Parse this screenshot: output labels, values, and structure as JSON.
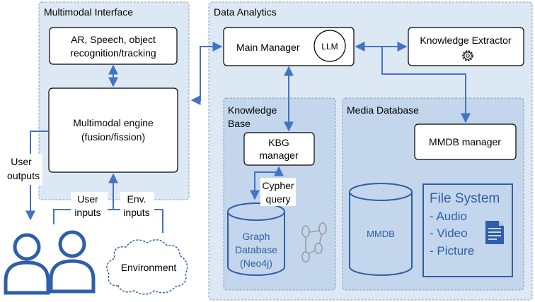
{
  "panels": {
    "multimodal_interface": "Multimodal Interface",
    "data_analytics": "Data Analytics",
    "knowledge_base": [
      "Knowledge",
      "Base"
    ],
    "media_database": "Media Database"
  },
  "boxes": {
    "ar_speech": [
      "AR, Speech, object",
      "recognition/tracking"
    ],
    "multimodal_engine": [
      "Multimodal engine",
      "(fusion/fission)"
    ],
    "main_manager": "Main Manager",
    "llm": "LLM",
    "knowledge_extractor": "Knowledge Extractor",
    "kbg_manager": [
      "KBG",
      "manager"
    ],
    "mmdb_manager": "MMDB manager"
  },
  "labels": {
    "user_outputs": [
      "User",
      "outputs"
    ],
    "user_inputs": [
      "User",
      "inputs"
    ],
    "env_inputs": [
      "Env.",
      "inputs"
    ],
    "cypher_query": [
      "Cypher",
      "query"
    ],
    "graph_database": [
      "Graph",
      "Database",
      "(Neo4j)"
    ],
    "mmdb": "MMDB",
    "environment": "Environment",
    "file_system_title": "File System",
    "file_system_items": [
      "- Audio",
      "- Video",
      "- Picture"
    ]
  },
  "colors": {
    "panel_fill": "#dde8f5",
    "inner_panel_fill": "#c3d6ec",
    "arrow": "#4472c4",
    "db_outline": "#2e5fa8"
  },
  "icons": [
    "gear-icon",
    "document-icon",
    "graph-icon",
    "users-icon",
    "cloud-icon"
  ]
}
